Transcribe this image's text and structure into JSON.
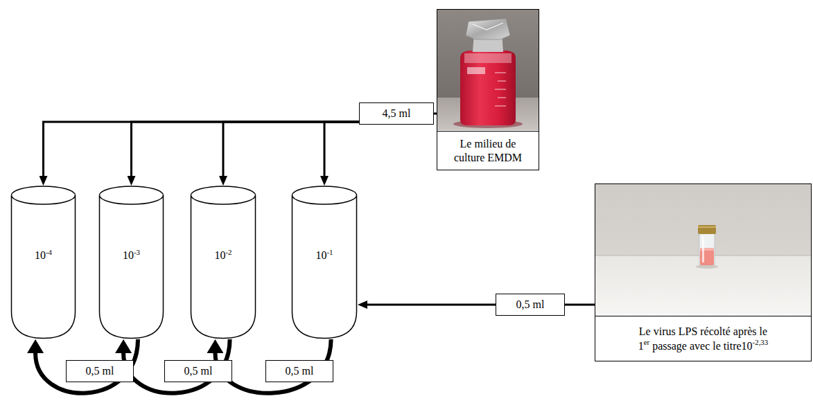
{
  "diagram": {
    "nodes": [
      {
        "text": [
          "Le milieu de culture EMDM"
        ]
      },
      {
        "text": [
          "4,5 ml"
        ]
      },
      {
        "text": [
          "10",
          "-4"
        ]
      },
      {
        "text": [
          "10",
          "-3"
        ]
      },
      {
        "text": [
          "10",
          "-2"
        ]
      },
      {
        "text": [
          "10",
          "-1"
        ]
      },
      {
        "text": [
          "Le virus LPS récolté après le",
          "1",
          "er",
          "passage avec le titre10",
          "-2,33"
        ]
      },
      {
        "text": [
          "0,5 ml"
        ]
      }
    ],
    "edges": [
      {
        "from": 0,
        "to": 1,
        "arrow": "none"
      },
      {
        "from": 1,
        "to": 2,
        "arrow": "to"
      },
      {
        "from": 1,
        "to": 3,
        "arrow": "to"
      },
      {
        "from": 1,
        "to": 4,
        "arrow": "to"
      },
      {
        "from": 1,
        "to": 5,
        "arrow": "to"
      },
      {
        "from": 6,
        "to": 7,
        "arrow": "none"
      },
      {
        "from": 7,
        "to": 5,
        "arrow": "to"
      },
      {
        "from": 5,
        "to": 4,
        "label": "0,5 ml",
        "arrow": "to"
      },
      {
        "from": 4,
        "to": 3,
        "label": "0,5 ml",
        "arrow": "to"
      },
      {
        "from": 3,
        "to": 2,
        "label": "0,5 ml",
        "arrow": "to"
      }
    ]
  }
}
